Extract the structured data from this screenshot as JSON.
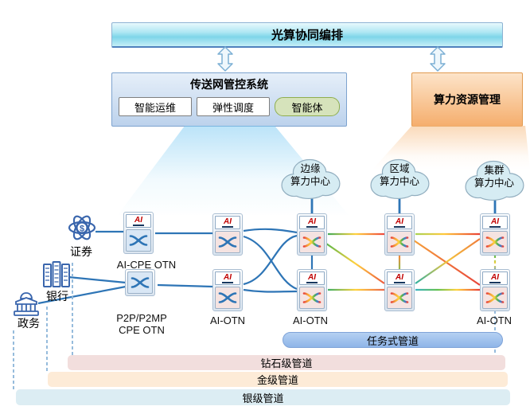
{
  "banner": {
    "title": "光算协同编排"
  },
  "management_box": {
    "title": "传送网管控系统",
    "items": [
      "智能运维",
      "弹性调度",
      "智能体"
    ]
  },
  "compute_box": {
    "title": "算力资源管理"
  },
  "clouds": [
    {
      "line1": "边缘",
      "line2": "算力中心"
    },
    {
      "line1": "区域",
      "line2": "算力中心"
    },
    {
      "line1": "集群",
      "line2": "算力中心"
    }
  ],
  "customers": [
    {
      "label": "证券"
    },
    {
      "label": "银行"
    },
    {
      "label": "政务"
    }
  ],
  "nodes": {
    "ai_badge": "AI",
    "labels": {
      "ai_cpe": "AI-CPE OTN",
      "p2p_line1": "P2P/P2MP",
      "p2p_line2": "CPE OTN",
      "ai_otn": "AI-OTN"
    }
  },
  "pipes": [
    {
      "label": "任务式管道"
    },
    {
      "label": "钻石级管道"
    },
    {
      "label": "金级管道"
    },
    {
      "label": "银级管道"
    }
  ],
  "colors": {
    "banner_cyan": "#7ed5e9",
    "mgmt_blue": "#bcd2ec",
    "agent_green": "#d6e3bb",
    "compute_orange": "#f5ae6d",
    "cloud_fill": "#d6ecf3",
    "link_blue": "#2e75b6",
    "ai_red": "#c00000",
    "pipe_task": "#8fb5e8",
    "pipe_diamond": "#f2dedd",
    "pipe_gold": "#fdebd7",
    "pipe_silver": "#dcedf3",
    "rainbow": [
      "#e8443a",
      "#f6a13b",
      "#ffd23e",
      "#57b647",
      "#3a7fd5"
    ]
  }
}
